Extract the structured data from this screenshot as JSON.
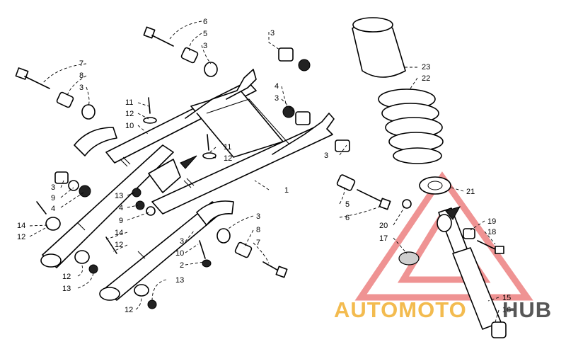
{
  "callouts": {
    "c1": "1",
    "c2": "2",
    "c3a": "3",
    "c3b": "3",
    "c3c": "3",
    "c3d": "3",
    "c3e": "3",
    "c3f": "3",
    "c3g": "3",
    "c3h": "3",
    "c4a": "4",
    "c4b": "4",
    "c4c": "4",
    "c5a": "5",
    "c5b": "5",
    "c6a": "6",
    "c6b": "6",
    "c7a": "7",
    "c7b": "7",
    "c8a": "8",
    "c8b": "8",
    "c9a": "9",
    "c9b": "9",
    "c10a": "10",
    "c10b": "10",
    "c11a": "11",
    "c11b": "11",
    "c12a": "12",
    "c12b": "12",
    "c12c": "12",
    "c12d": "12",
    "c12e": "12",
    "c12f": "12",
    "c13a": "13",
    "c13b": "13",
    "c13c": "13",
    "c14a": "14",
    "c14b": "14",
    "c15": "15",
    "c16": "16",
    "c17": "17",
    "c18": "18",
    "c19": "19",
    "c20": "20",
    "c21": "21",
    "c22": "22",
    "c23": "23"
  },
  "watermark": {
    "text_part1": "AUTOMOTO",
    "text_part2": "HUB",
    "color_primary": "#f2b43c",
    "color_secondary": "#3a3a3a",
    "triangle_color": "#e23a3a"
  }
}
